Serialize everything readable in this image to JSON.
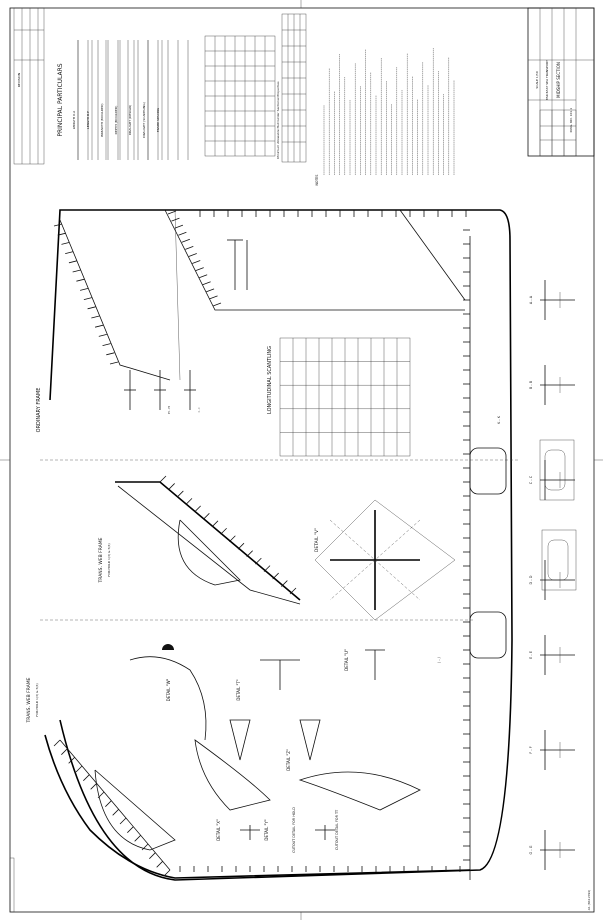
{
  "title_block": {
    "drawing_title": "MIDSHIP SECTION",
    "company": "FAR EAST SEA TRANSPORT",
    "scale_label": "SCALE 1/50",
    "drawing_no": "DWG. NO. 101-1"
  },
  "revision_block": {
    "header": "REVISION"
  },
  "principal_particulars": {
    "heading": "PRINCIPAL PARTICULARS",
    "rows": [
      "LENGTH O.A",
      "LENGTH B.P",
      "BREADTH (MOULDED)",
      "DEPTH (MOULDED)",
      "DRAUGHT (DESIGN)",
      "DRAUGHT (SCANTLING)",
      "FRAME SPACING"
    ]
  },
  "section_property_table": {
    "heading": "Minimum Allowable Hull Girder Sectional Properties"
  },
  "notes": {
    "heading": "NOTES"
  },
  "scantling_table": {
    "heading": "LONGITUDINAL SCANTLING"
  },
  "views": {
    "ordinary_frame": "ORDINARY FRAME",
    "trans_web_frame_1": "TRANS. WEB FRAME",
    "trans_web_frame_2": "TRANS. WEB FRAME",
    "trans_web_sub": "FOR HOLD 1(3) & 5(6)",
    "detail_w": "DETAIL \"W\"",
    "detail_v": "DETAIL \"V\"",
    "detail_t": "DETAIL \"T\"",
    "detail_u": "DETAIL \"U\"",
    "detail_x": "DETAIL \"X\"",
    "detail_y": "DETAIL \"Y\"",
    "detail_z": "DETAIL \"Z\"",
    "cutout_detail_1": "CUTOUT DETAIL FOR HOLD",
    "cutout_detail_2": "CUTOUT DETAIL FOR TT",
    "section_aa": "A - A",
    "section_bb": "B - B",
    "section_cc": "C - C",
    "section_dd": "D - D",
    "section_ee": "E - E",
    "section_ff": "F - F",
    "section_gg": "G - G",
    "section_hh": "H - H",
    "section_ii": "I - I",
    "section_jj": "J - J",
    "section_kk": "K - K"
  },
  "margin_note": "A1 (841x594)"
}
